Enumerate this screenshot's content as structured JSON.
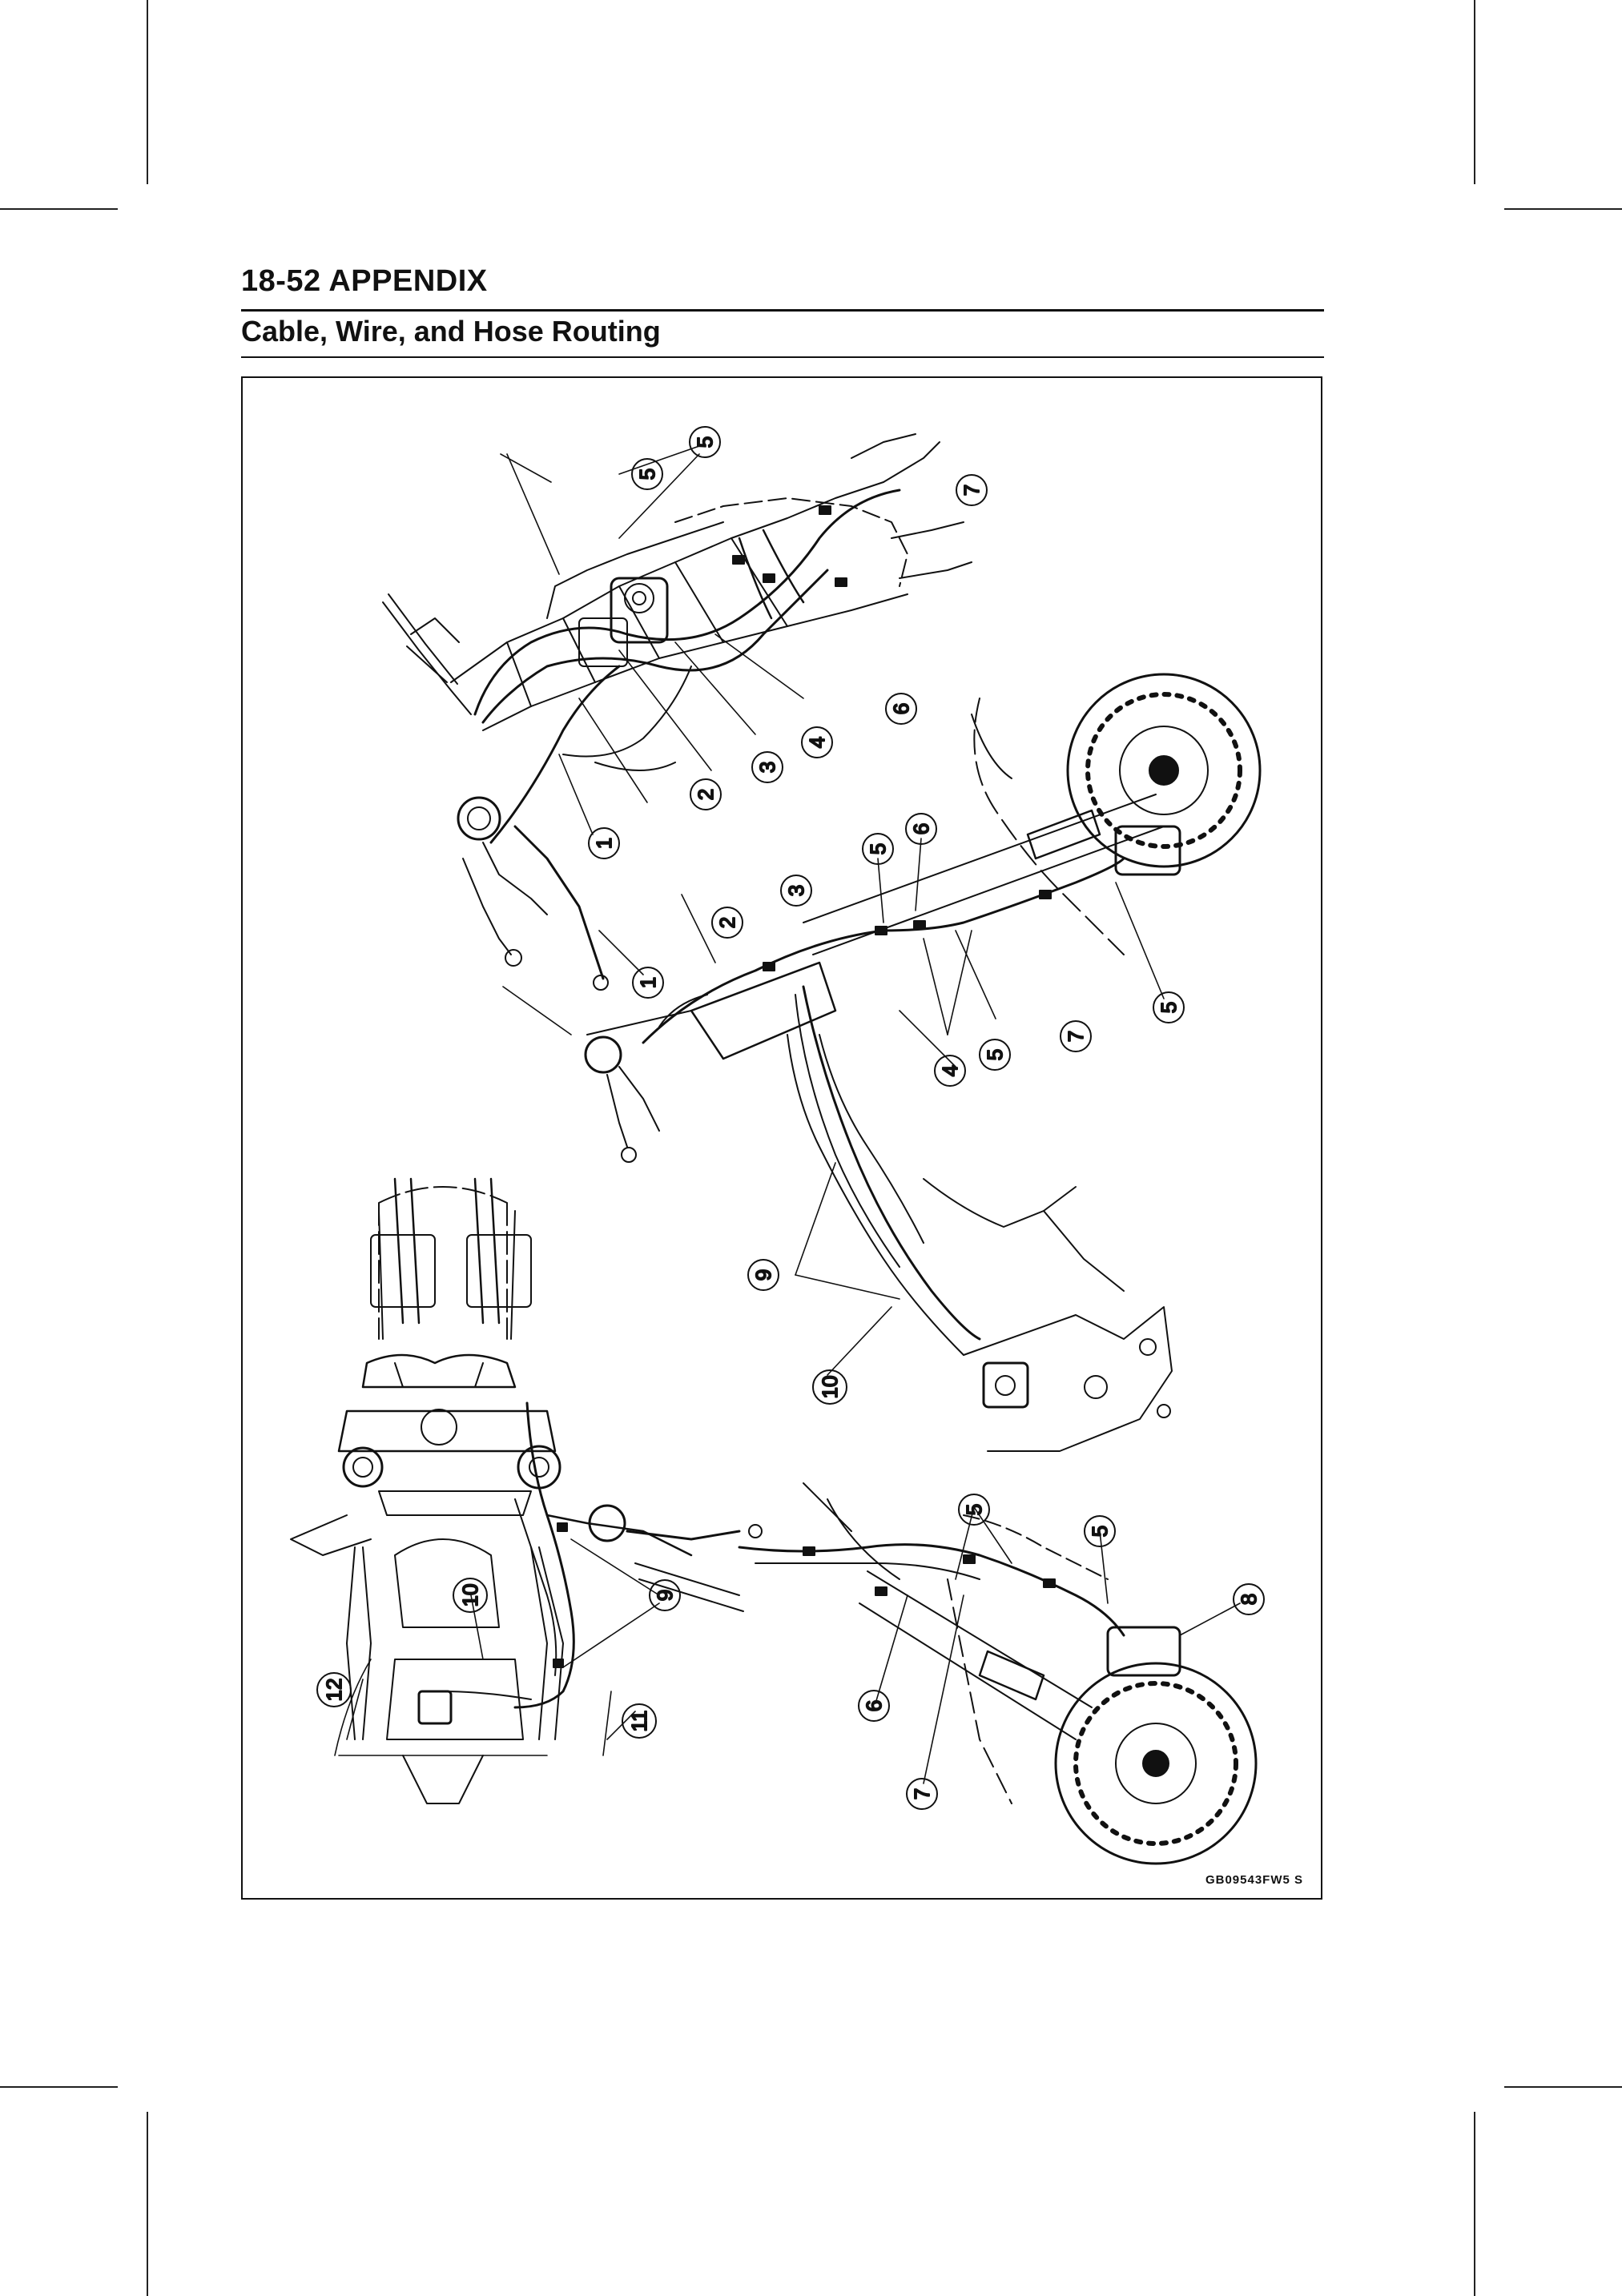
{
  "header": {
    "title": "18-52 APPENDIX",
    "section": "Cable, Wire, and Hose Routing"
  },
  "figure": {
    "code": "GB09543FW5  S",
    "callouts": [
      {
        "id": "top-5a",
        "label": "5"
      },
      {
        "id": "top-5b",
        "label": "5"
      },
      {
        "id": "top-7",
        "label": "7"
      },
      {
        "id": "top-6",
        "label": "6"
      },
      {
        "id": "top-4",
        "label": "4"
      },
      {
        "id": "top-3",
        "label": "3"
      },
      {
        "id": "top-2",
        "label": "2"
      },
      {
        "id": "top-1",
        "label": "1"
      },
      {
        "id": "side-1",
        "label": "1"
      },
      {
        "id": "side-2",
        "label": "2"
      },
      {
        "id": "side-3",
        "label": "3"
      },
      {
        "id": "side-5a",
        "label": "5"
      },
      {
        "id": "side-6",
        "label": "6"
      },
      {
        "id": "side-5b",
        "label": "5"
      },
      {
        "id": "side-7",
        "label": "7"
      },
      {
        "id": "side-5c",
        "label": "5"
      },
      {
        "id": "side-4",
        "label": "4"
      },
      {
        "id": "side-9",
        "label": "9"
      },
      {
        "id": "side-10",
        "label": "10"
      },
      {
        "id": "front-10",
        "label": "10"
      },
      {
        "id": "front-9",
        "label": "9"
      },
      {
        "id": "front-12",
        "label": "12"
      },
      {
        "id": "front-11",
        "label": "11"
      },
      {
        "id": "fork-5a",
        "label": "5"
      },
      {
        "id": "fork-5b",
        "label": "5"
      },
      {
        "id": "fork-8",
        "label": "8"
      },
      {
        "id": "fork-6",
        "label": "6"
      },
      {
        "id": "fork-7",
        "label": "7"
      }
    ]
  }
}
